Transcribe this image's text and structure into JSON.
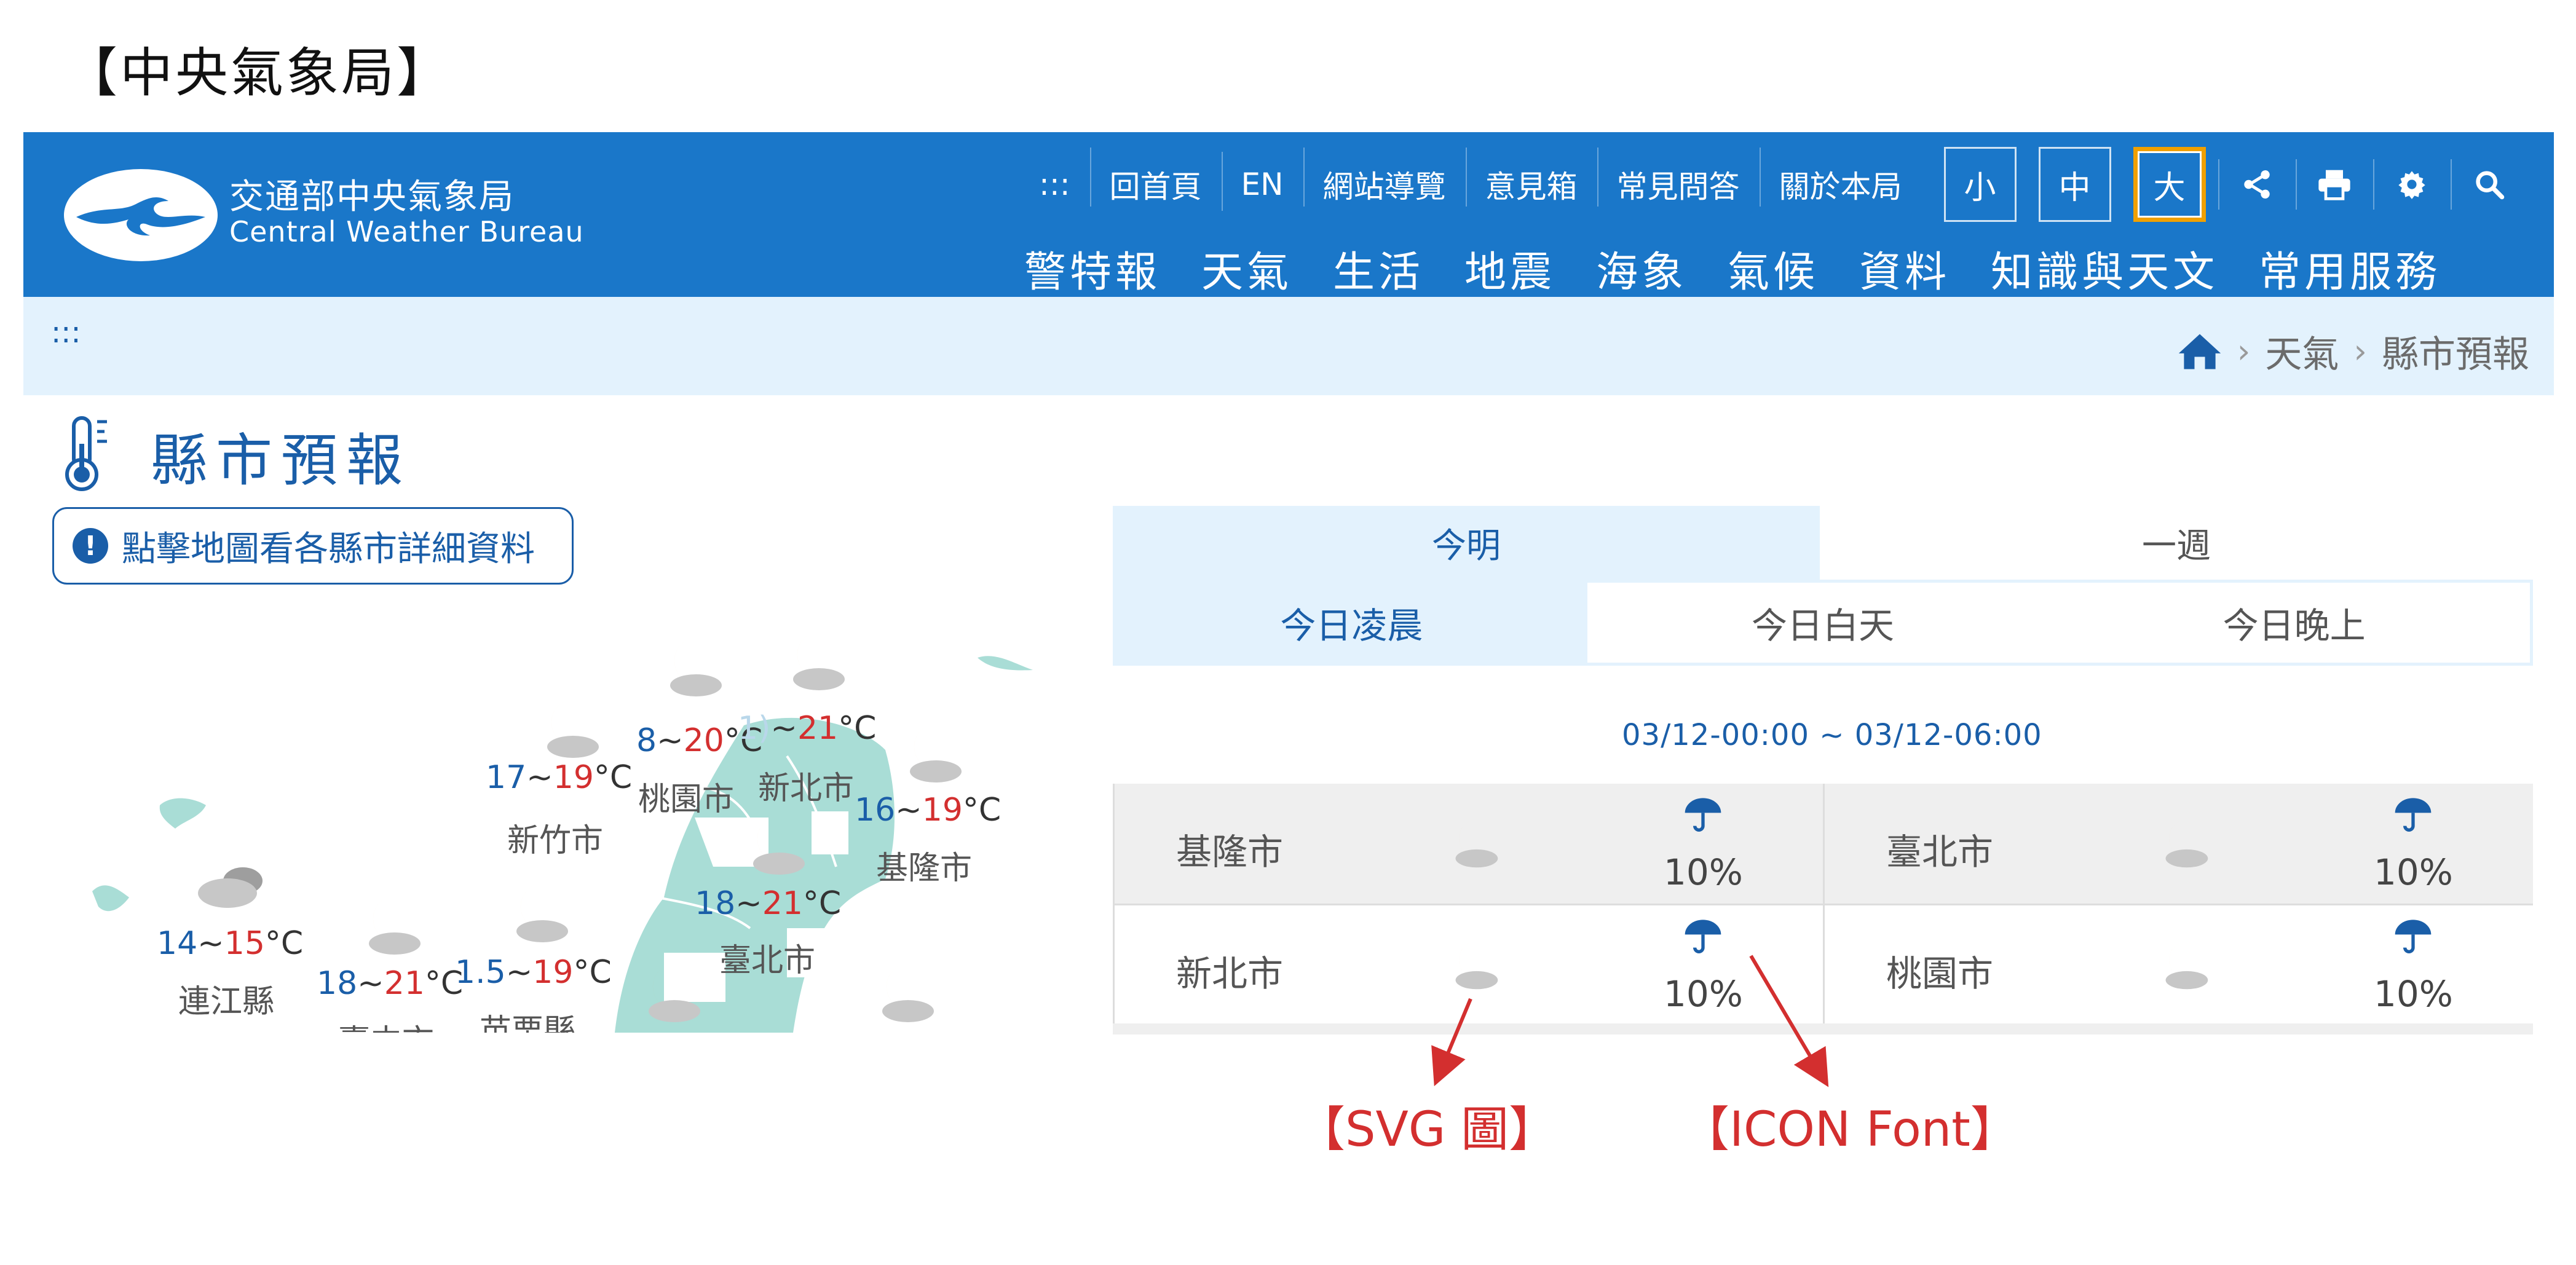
{
  "caption": "【中央氣象局】",
  "header": {
    "logo_zh": "交通部中央氣象局",
    "logo_en": "Central Weather Bureau",
    "top_links": [
      ":::",
      "回首頁",
      "EN",
      "網站導覽",
      "意見箱",
      "常見問答",
      "關於本局"
    ],
    "font_sizes": [
      "小",
      "中",
      "大"
    ],
    "active_font_size": "大",
    "tools": [
      "share-icon",
      "print-icon",
      "gear-icon",
      "search-icon"
    ],
    "main_nav": [
      "警特報",
      "天氣",
      "生活",
      "地震",
      "海象",
      "氣候",
      "資料",
      "知識與天文",
      "常用服務"
    ]
  },
  "breadcrumb": {
    "skip": ":::",
    "items": [
      "天氣",
      "縣市預報"
    ]
  },
  "page": {
    "title": "縣市預報",
    "notice": "點擊地圖看各縣市詳細資料"
  },
  "map": {
    "counties": [
      {
        "name": "新竹市",
        "lo": "17",
        "hi": "19"
      },
      {
        "name": "桃園市",
        "lo": "8",
        "hi": "20"
      },
      {
        "name": "新北市",
        "lo": "1)",
        "hi": "21"
      },
      {
        "name": "基隆市",
        "lo": "16",
        "hi": "19"
      },
      {
        "name": "臺北市",
        "lo": "18",
        "hi": "21"
      },
      {
        "name": "連江縣",
        "lo": "14",
        "hi": "15"
      },
      {
        "name": "臺中市",
        "lo": "18",
        "hi": "21"
      },
      {
        "name": "苗栗縣",
        "lo": "1.5",
        "hi": "19"
      }
    ],
    "sep": "~",
    "unit": "°C"
  },
  "forecast": {
    "tabs": [
      "今明",
      "一週"
    ],
    "subtabs": [
      "今日凌晨",
      "今日白天",
      "今日晚上"
    ],
    "time_range": "03/12-00:00 ~ 03/12-06:00",
    "rows": [
      [
        {
          "city": "基隆市",
          "pop": "10%"
        },
        {
          "city": "臺北市",
          "pop": "10%"
        }
      ],
      [
        {
          "city": "新北市",
          "pop": "10%"
        },
        {
          "city": "桃園市",
          "pop": "10%"
        }
      ]
    ]
  },
  "annotations": {
    "svg": "【SVG 圖】",
    "icon_font": "【ICON Font】"
  },
  "colors": {
    "header_blue": "#1a77c9",
    "light_blue": "#e3f2fd",
    "text_blue": "#1a5ea8",
    "temp_high": "#d32f2f",
    "highlight": "#f0a000"
  }
}
